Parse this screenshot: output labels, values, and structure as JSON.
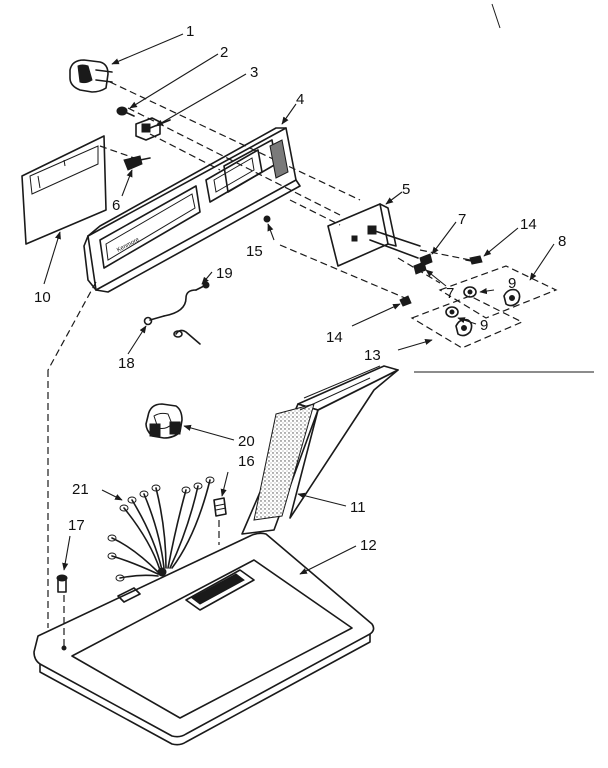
{
  "brand_plate": "Kenmore",
  "callouts": [
    "1",
    "2",
    "3",
    "4",
    "5",
    "6",
    "7",
    "7",
    "8",
    "9",
    "9",
    "10",
    "11",
    "12",
    "13",
    "14",
    "14",
    "15",
    "16",
    "17",
    "18",
    "19",
    "20",
    "21"
  ]
}
